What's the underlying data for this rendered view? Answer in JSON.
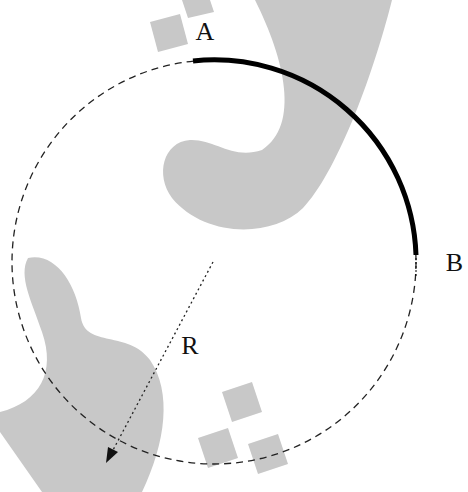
{
  "diagram": {
    "labels": [
      "A",
      "B",
      "R"
    ]
  }
}
